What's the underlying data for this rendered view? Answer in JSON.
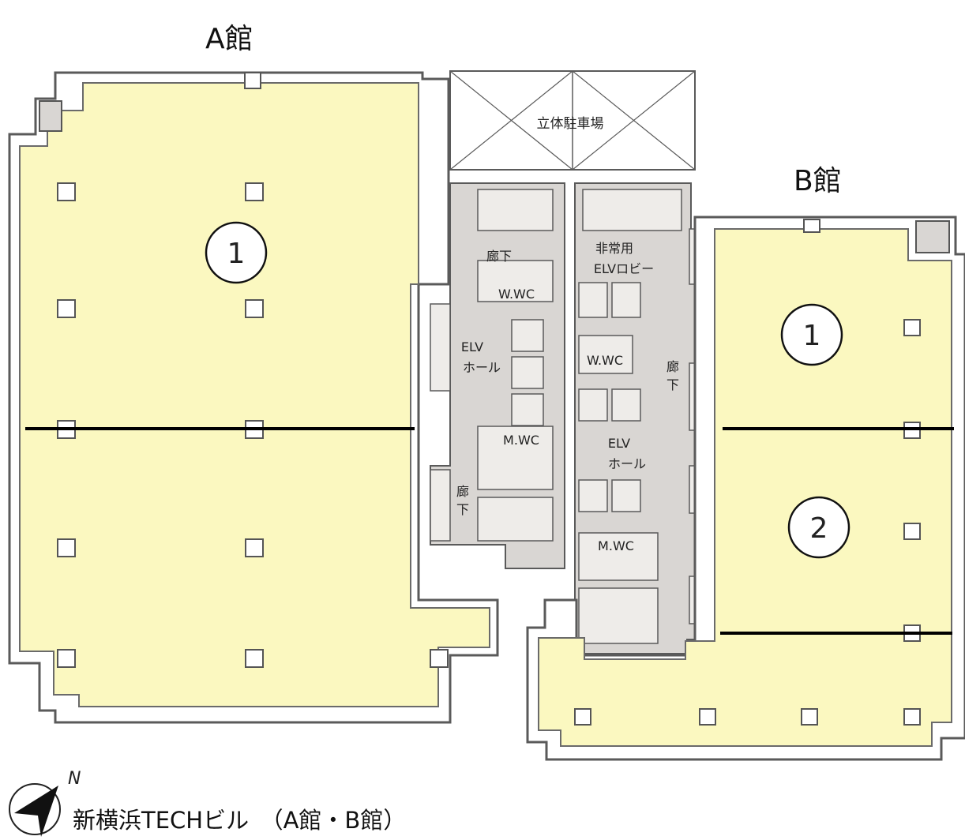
{
  "titles": {
    "wing_a": "A館",
    "wing_b": "B館"
  },
  "labels": {
    "parking": "立体駐車場",
    "corridor": "廊下",
    "corridor_v": "廊\n下",
    "women_wc": "W.WC",
    "men_wc": "M.WC",
    "elv_hall_line1": "ELV",
    "elv_hall_line2": "ホール",
    "emergency_line1": "非常用",
    "emergency_line2": "ELVロビー"
  },
  "zones": {
    "a1": "1",
    "b1": "1",
    "b2": "2"
  },
  "caption": "新横浜TECHビル　（A館・B館）",
  "compass": {
    "letter": "N"
  },
  "colors": {
    "office": "#fbf8c0",
    "core": "#d9d6d3",
    "wall": "#5a5a5a",
    "divider": "#000000"
  }
}
